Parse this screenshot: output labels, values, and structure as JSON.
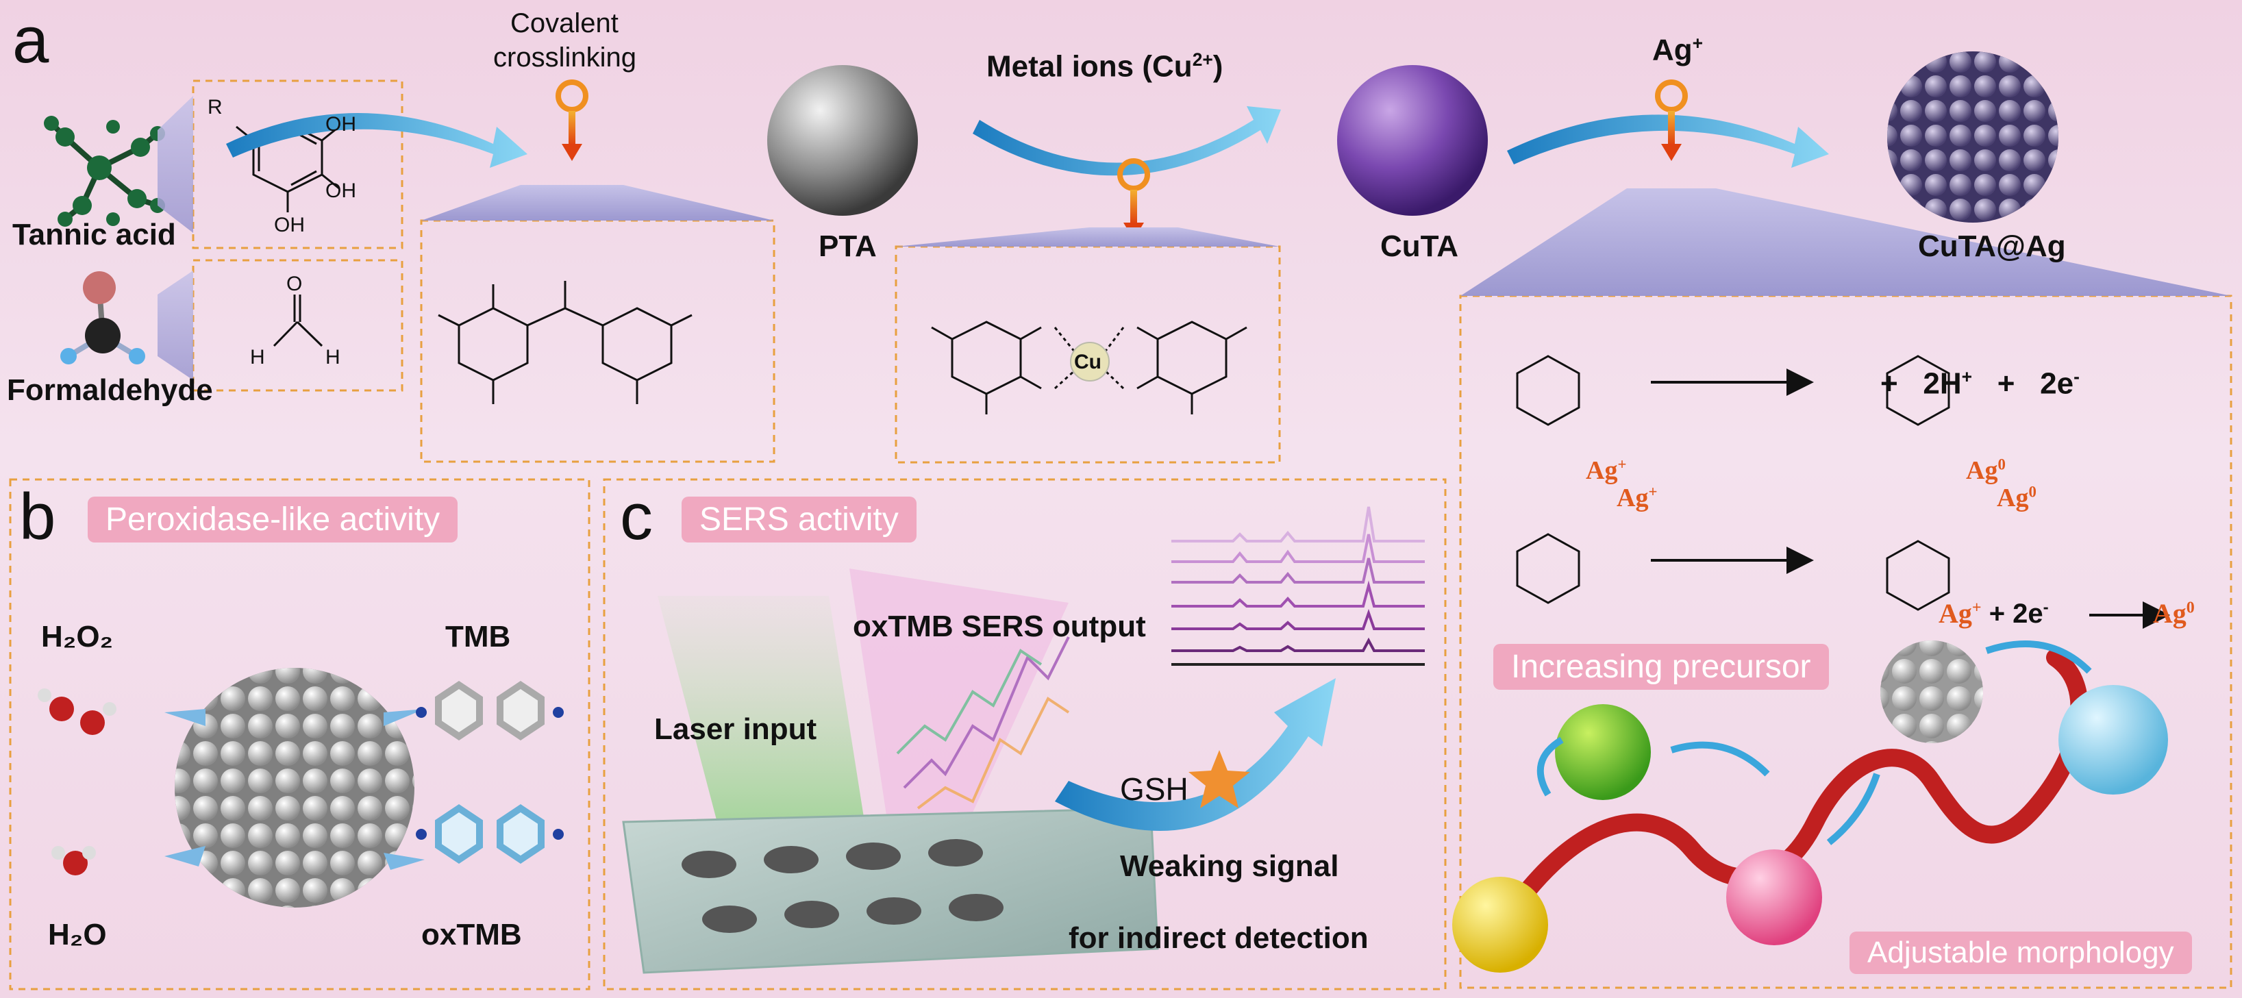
{
  "panel_a": {
    "letter": "a",
    "tannic_acid": "Tannic acid",
    "formaldehyde": "Formaldehyde",
    "covalent_line1": "Covalent",
    "covalent_line2": "crosslinking",
    "metal_ions": "Metal ions  (Cu",
    "metal_ions_sup": "2+",
    "metal_ions_close": ")",
    "ag_plus": "Ag",
    "ag_plus_sup": "+",
    "pta": "PTA",
    "cuta": "CuTA",
    "cuta_ag": "CuTA@Ag",
    "cu": "Cu",
    "plus1": "+",
    "two_h": "2H",
    "two_h_sup": "+",
    "plus2": "+",
    "two_e": "2e",
    "two_e_sup": "-",
    "ag_reduction": "Ag",
    "ag_reduction_sup": "+",
    "ag_reduction_mid": " +  2e",
    "ag_reduction_mid_sup": "-",
    "ag_reduction_product": "Ag",
    "ag_reduction_product_sup": "0",
    "ag_ion_1": "Ag",
    "ag_ion_2": "Ag",
    "ag0_1": "Ag",
    "ag0_2": "Ag",
    "increasing_precursor": "Increasing precursor",
    "adjustable_morphology": "Adjustable morphology"
  },
  "panel_b": {
    "letter": "b",
    "title": "Peroxidase-like activity",
    "h2o2": "H₂O₂",
    "tmb": "TMB",
    "h2o": "H₂O",
    "oxtmb": "oxTMB"
  },
  "panel_c": {
    "letter": "c",
    "title": "SERS activity",
    "oxtmb_output": "oxTMB SERS output",
    "laser_input": "Laser input",
    "gsh": "GSH",
    "weaking": "Weaking  signal",
    "indirect": "for indirect detection"
  },
  "colors": {
    "arrow_blue": "#3aa6dc",
    "dashed_orange": "#e8a040",
    "ring_orange": "#f09020",
    "ag_orange": "#e05a1e",
    "tag_pink": "#f0a8c0",
    "spectrum_purple": "#9a3a9a",
    "ribbon_red": "#c02020"
  },
  "icons": [
    "tannic-acid-molecule-icon",
    "formaldehyde-molecule-icon",
    "pta-sphere-icon",
    "cuta-sphere-icon",
    "cuta-ag-sphere-icon",
    "nanozyme-sphere-icon",
    "star-icon"
  ]
}
